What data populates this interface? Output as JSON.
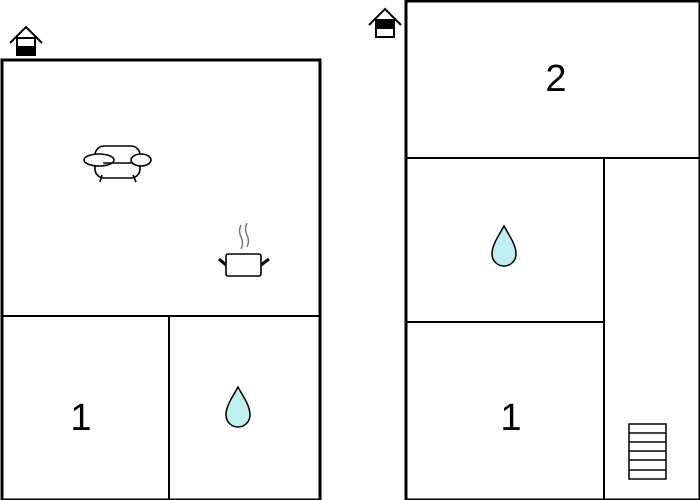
{
  "plans": [
    {
      "name": "ground-floor",
      "rooms": [
        {
          "id": "living-kitchen",
          "icons": [
            "sofa-icon",
            "cooking-pot-icon"
          ]
        },
        {
          "id": "bedroom",
          "label": "1"
        },
        {
          "id": "bathroom",
          "icons": [
            "water-drop-icon"
          ]
        }
      ]
    },
    {
      "name": "upper-floor",
      "rooms": [
        {
          "id": "bedroom-2",
          "label": "2"
        },
        {
          "id": "bathroom",
          "icons": [
            "water-drop-icon"
          ]
        },
        {
          "id": "bedroom-1",
          "label": "1"
        },
        {
          "id": "stair-hall",
          "icons": [
            "stairs-icon"
          ]
        }
      ]
    }
  ],
  "colors": {
    "water": "#bfeff0",
    "wall": "#000000"
  }
}
